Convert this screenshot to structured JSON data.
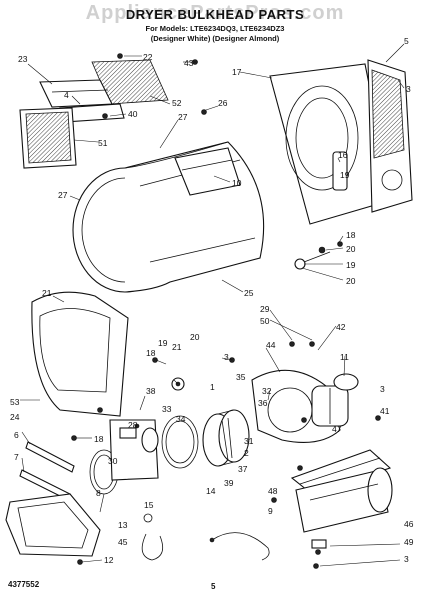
{
  "watermark": "AppliancePartsPros.com",
  "header": {
    "title": "DRYER BULKHEAD PARTS",
    "models": "For Models: LTE6234DQ3, LTE6234DZ3",
    "variants": "(Designer White)   (Designer Almond)"
  },
  "footer": {
    "doc_number": "4377552",
    "page_number": "5"
  },
  "callouts": {
    "c23": "23",
    "c22": "22",
    "c43": "43",
    "c5": "5",
    "c17": "17",
    "c3a": "3",
    "c4": "4",
    "c52": "52",
    "c26": "26",
    "c40": "40",
    "c51": "51",
    "c27a": "27",
    "c10": "10",
    "c27b": "27",
    "c16": "16",
    "c19a": "19",
    "c18a": "18",
    "c20a": "20",
    "c19b": "19",
    "c20b": "20",
    "c25": "25",
    "c21a": "21",
    "c29": "29",
    "c50": "50",
    "c42": "42",
    "c18b": "18",
    "c19c": "19",
    "c21b": "21",
    "c20c": "20",
    "c3b": "3",
    "c44": "44",
    "c11": "11",
    "c53": "53",
    "c24": "24",
    "c35": "35",
    "c1": "1",
    "c3c": "3",
    "c38": "38",
    "c33": "33",
    "c34": "34",
    "c32": "32",
    "c6": "6",
    "c18c": "18",
    "c36": "36",
    "c31": "31",
    "c2": "2",
    "c28": "28",
    "c30": "30",
    "c41": "41",
    "c47": "47",
    "c7": "7",
    "c8": "8",
    "c37": "37",
    "c39": "39",
    "c15": "15",
    "c14": "14",
    "c48": "48",
    "c9": "9",
    "c13": "13",
    "c45": "45",
    "c12": "12",
    "c46": "46",
    "c49": "49",
    "c3d": "3"
  }
}
